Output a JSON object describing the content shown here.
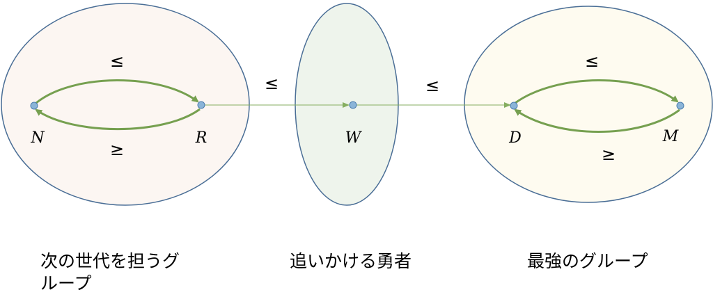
{
  "nodes": {
    "n": "N",
    "r": "R",
    "w": "W",
    "d": "D",
    "m": "M"
  },
  "relations": {
    "left_top": "≤",
    "left_bottom": "≥",
    "left_to_center": "≤",
    "center_to_right": "≤",
    "right_top": "≤",
    "right_bottom": "≥"
  },
  "captions": {
    "left_line1": "次の世代を担うグ",
    "left_line2": "ループ",
    "center": "追いかける勇者",
    "right": "最強のグループ"
  },
  "colors": {
    "left_group_fill": "#FCF6F2",
    "center_group_fill": "#EEF4EC",
    "right_group_fill": "#FEFBF0",
    "group_outline": "#4A6E96",
    "loop_arrow": "#76A050",
    "connector_arrow": "#86AE60",
    "node_fill": "#8AB4D8",
    "node_outline": "#4A7CAE"
  }
}
